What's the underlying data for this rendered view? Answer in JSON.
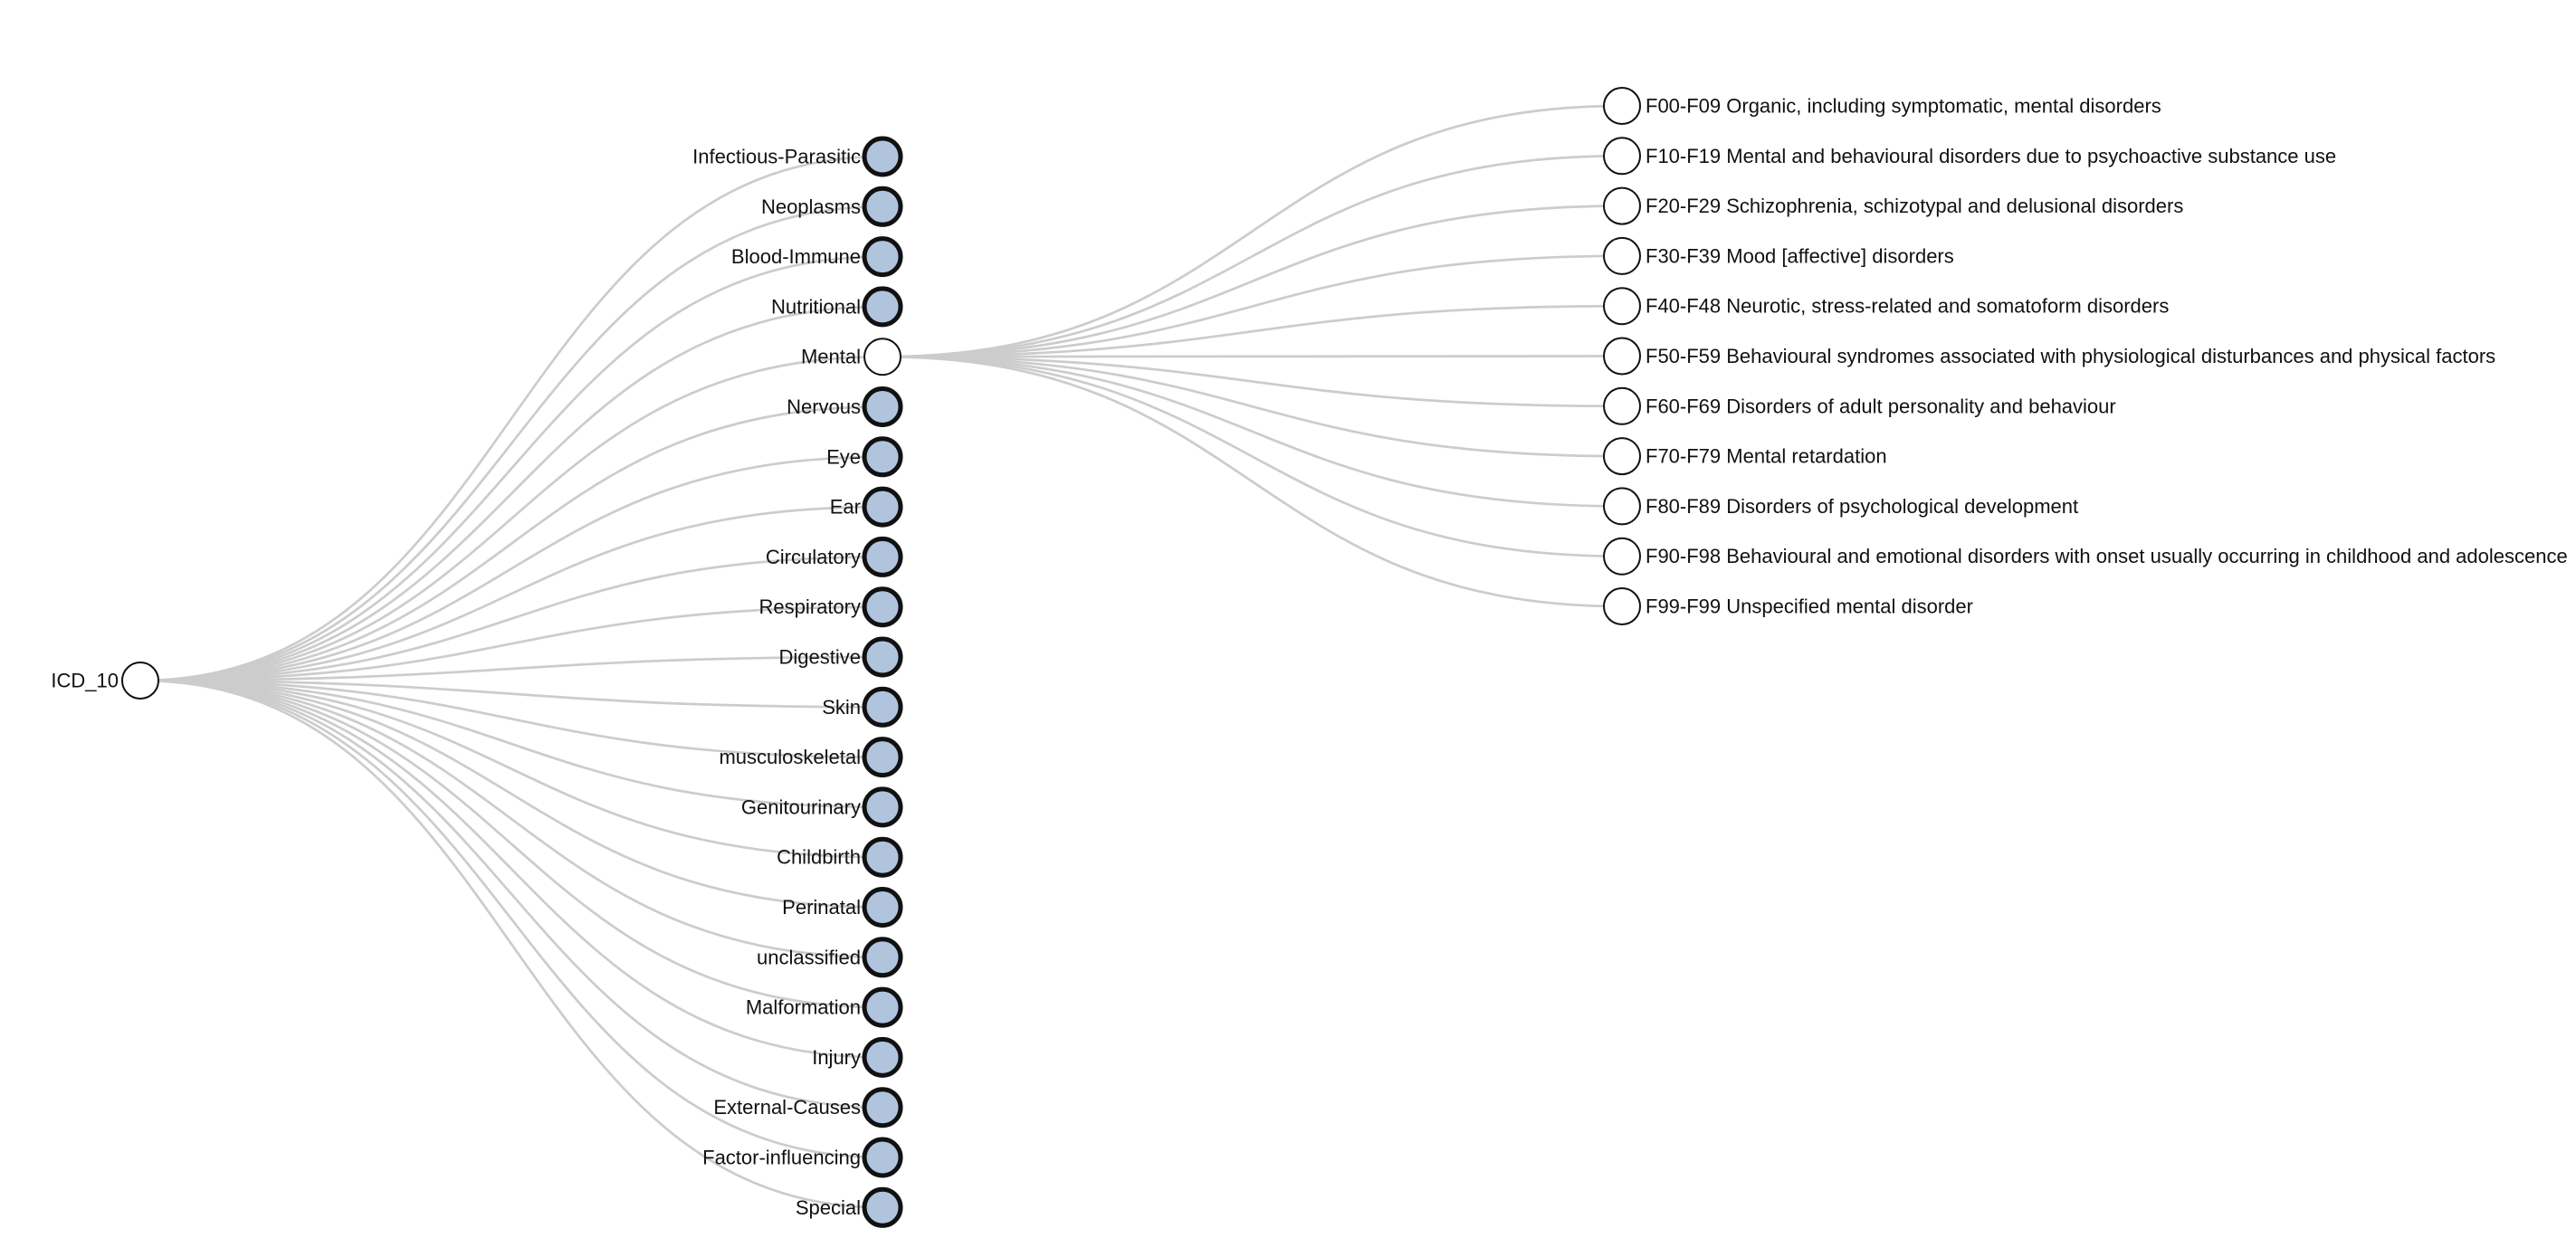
{
  "tree": {
    "root": {
      "label": "ICD_10",
      "expanded": true
    },
    "chapters": [
      {
        "label": "Infectious-Parasitic",
        "collapsed": true
      },
      {
        "label": "Neoplasms",
        "collapsed": true
      },
      {
        "label": "Blood-Immune",
        "collapsed": true
      },
      {
        "label": "Nutritional",
        "collapsed": true
      },
      {
        "label": "Mental",
        "collapsed": false,
        "expanded": true
      },
      {
        "label": "Nervous",
        "collapsed": true
      },
      {
        "label": "Eye",
        "collapsed": true
      },
      {
        "label": "Ear",
        "collapsed": true
      },
      {
        "label": "Circulatory",
        "collapsed": true
      },
      {
        "label": "Respiratory",
        "collapsed": true
      },
      {
        "label": "Digestive",
        "collapsed": true
      },
      {
        "label": "Skin",
        "collapsed": true
      },
      {
        "label": "musculoskeletal",
        "collapsed": true
      },
      {
        "label": "Genitourinary",
        "collapsed": true
      },
      {
        "label": "Childbirth",
        "collapsed": true
      },
      {
        "label": "Perinatal",
        "collapsed": true
      },
      {
        "label": "unclassified",
        "collapsed": true
      },
      {
        "label": "Malformation",
        "collapsed": true
      },
      {
        "label": "Injury",
        "collapsed": true
      },
      {
        "label": "External-Causes",
        "collapsed": true
      },
      {
        "label": "Factor-influencing",
        "collapsed": true
      },
      {
        "label": "Special",
        "collapsed": true
      }
    ],
    "mental_children": [
      {
        "label": "F00-F09 Organic, including symptomatic, mental disorders"
      },
      {
        "label": "F10-F19 Mental and behavioural disorders due to psychoactive substance use"
      },
      {
        "label": "F20-F29 Schizophrenia, schizotypal and delusional disorders"
      },
      {
        "label": "F30-F39 Mood [affective] disorders"
      },
      {
        "label": "F40-F48 Neurotic, stress-related and somatoform disorders"
      },
      {
        "label": "F50-F59 Behavioural syndromes associated with physiological disturbances and physical factors"
      },
      {
        "label": "F60-F69 Disorders of adult personality and behaviour"
      },
      {
        "label": "F70-F79 Mental retardation"
      },
      {
        "label": "F80-F89 Disorders of psychological development"
      },
      {
        "label": "F90-F98 Behavioural and emotional disorders with onset usually occurring in childhood and adolescence"
      },
      {
        "label": "F99-F99 Unspecified mental disorder"
      }
    ]
  },
  "colors": {
    "link": "#cccccc",
    "collapsed_fill": "#b0c4de",
    "expanded_fill": "#ffffff",
    "node_stroke": "#111111",
    "text": "#111111"
  }
}
